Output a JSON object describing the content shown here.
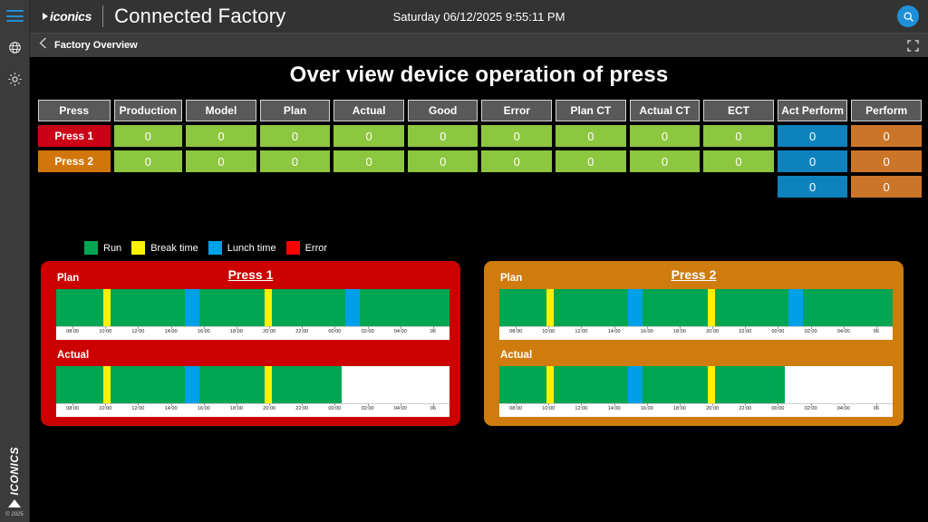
{
  "rail": {
    "menu_icon": "hamburger-icon",
    "globe_icon": "globe-icon",
    "gear_icon": "gear-icon",
    "brand": "ICONICS",
    "copyright": "© 2025"
  },
  "header": {
    "logo_text": "iconics",
    "app_title": "Connected Factory",
    "datetime": "Saturday 06/12/2025 9:55:11 PM",
    "search_icon": "search-icon",
    "accent_color": "#1f8fd8"
  },
  "breadcrumb": {
    "back_icon": "chevron-left-icon",
    "label": "Factory Overview",
    "fullscreen_icon": "fullscreen-icon"
  },
  "page": {
    "title": "Over view device operation of press"
  },
  "table": {
    "columns": [
      "Press",
      "Production",
      "Model",
      "Plan",
      "Actual",
      "Good",
      "Error",
      "Plan CT",
      "Actual CT",
      "ECT",
      "Act Perform",
      "Perform"
    ],
    "rows": [
      {
        "name": "Press 1",
        "name_color": "#c90016",
        "values": [
          "0",
          "0",
          "0",
          "0",
          "0",
          "0",
          "0",
          "0",
          "0",
          "0",
          "0"
        ]
      },
      {
        "name": "Press 2",
        "name_color": "#d2760c",
        "values": [
          "0",
          "0",
          "0",
          "0",
          "0",
          "0",
          "0",
          "0",
          "0",
          "0",
          "0"
        ]
      },
      {
        "name": "",
        "name_color": "",
        "values": [
          "",
          "",
          "",
          "",
          "",
          "",
          "",
          "",
          "",
          "0",
          "0"
        ]
      }
    ]
  },
  "legend": {
    "items": [
      {
        "label": "Run",
        "color": "#00a651"
      },
      {
        "label": "Break time",
        "color": "#fff200"
      },
      {
        "label": "Lunch time",
        "color": "#00a0e9"
      },
      {
        "label": "Error",
        "color": "#ff0000"
      }
    ]
  },
  "panels": [
    {
      "title": "Press 1",
      "frame_color": "#cc0000",
      "plan_label": "Plan",
      "actual_label": "Actual"
    },
    {
      "title": "Press 2",
      "frame_color": "#cf7c0f",
      "plan_label": "Plan",
      "actual_label": "Actual"
    }
  ],
  "chart_data": {
    "type": "gantt",
    "title": "Over view device operation of press",
    "xlabel": "",
    "ylabel": "",
    "axis_ticks": [
      "08:00",
      "10:00",
      "12:00",
      "14:00",
      "16:00",
      "18:00",
      "20:00",
      "22:00",
      "00:00",
      "02:00",
      "04:00",
      "06"
    ],
    "axis_range_hours": [
      7.0,
      31.0
    ],
    "state_colors": {
      "Run": "#00a651",
      "Break time": "#fff200",
      "Lunch time": "#00a0e9",
      "Error": "#ff0000",
      "No data": "#ffffff"
    },
    "charts": [
      {
        "press": "Press 1",
        "row": "Plan",
        "segments": [
          {
            "state": "Run",
            "start": 7.0,
            "end": 9.85
          },
          {
            "state": "Break time",
            "start": 9.85,
            "end": 10.3
          },
          {
            "state": "Run",
            "start": 10.3,
            "end": 14.85
          },
          {
            "state": "Lunch time",
            "start": 14.85,
            "end": 15.75
          },
          {
            "state": "Run",
            "start": 15.75,
            "end": 19.7
          },
          {
            "state": "Break time",
            "start": 19.7,
            "end": 20.15
          },
          {
            "state": "Run",
            "start": 20.15,
            "end": 24.65
          },
          {
            "state": "Lunch time",
            "start": 24.65,
            "end": 25.55
          },
          {
            "state": "Run",
            "start": 25.55,
            "end": 31.0
          }
        ]
      },
      {
        "press": "Press 1",
        "row": "Actual",
        "segments": [
          {
            "state": "Run",
            "start": 7.0,
            "end": 9.85
          },
          {
            "state": "Break time",
            "start": 9.85,
            "end": 10.3
          },
          {
            "state": "Run",
            "start": 10.3,
            "end": 14.85
          },
          {
            "state": "Lunch time",
            "start": 14.85,
            "end": 15.75
          },
          {
            "state": "Run",
            "start": 15.75,
            "end": 19.7
          },
          {
            "state": "Break time",
            "start": 19.7,
            "end": 20.15
          },
          {
            "state": "Run",
            "start": 20.15,
            "end": 24.4
          },
          {
            "state": "No data",
            "start": 24.4,
            "end": 31.0
          }
        ]
      },
      {
        "press": "Press 2",
        "row": "Plan",
        "segments": [
          {
            "state": "Run",
            "start": 7.0,
            "end": 9.85
          },
          {
            "state": "Break time",
            "start": 9.85,
            "end": 10.3
          },
          {
            "state": "Run",
            "start": 10.3,
            "end": 14.85
          },
          {
            "state": "Lunch time",
            "start": 14.85,
            "end": 15.75
          },
          {
            "state": "Run",
            "start": 15.75,
            "end": 19.7
          },
          {
            "state": "Break time",
            "start": 19.7,
            "end": 20.15
          },
          {
            "state": "Run",
            "start": 20.15,
            "end": 24.65
          },
          {
            "state": "Lunch time",
            "start": 24.65,
            "end": 25.55
          },
          {
            "state": "Run",
            "start": 25.55,
            "end": 31.0
          }
        ]
      },
      {
        "press": "Press 2",
        "row": "Actual",
        "segments": [
          {
            "state": "Run",
            "start": 7.0,
            "end": 9.85
          },
          {
            "state": "Break time",
            "start": 9.85,
            "end": 10.3
          },
          {
            "state": "Run",
            "start": 10.3,
            "end": 14.85
          },
          {
            "state": "Lunch time",
            "start": 14.85,
            "end": 15.75
          },
          {
            "state": "Run",
            "start": 15.75,
            "end": 19.7
          },
          {
            "state": "Break time",
            "start": 19.7,
            "end": 20.15
          },
          {
            "state": "Run",
            "start": 20.15,
            "end": 24.4
          },
          {
            "state": "No data",
            "start": 24.4,
            "end": 31.0
          }
        ]
      }
    ]
  }
}
